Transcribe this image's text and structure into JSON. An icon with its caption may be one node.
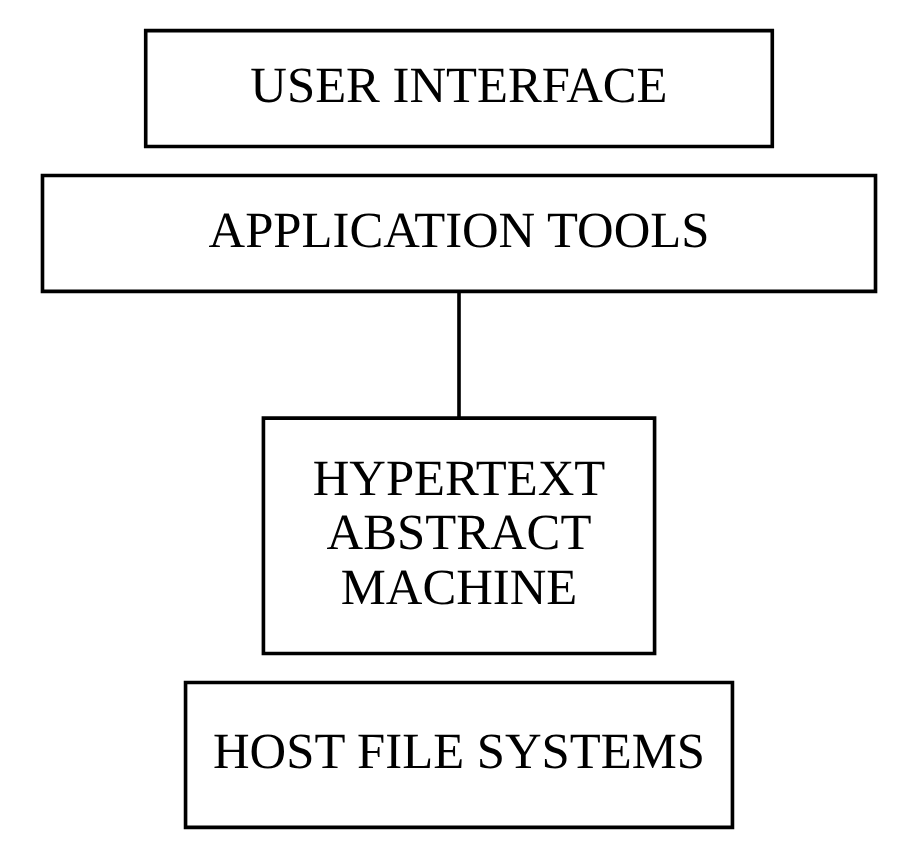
{
  "diagram": {
    "nodes": [
      {
        "text": [
          "USER INTERFACE"
        ]
      },
      {
        "text": [
          "APPLICATION TOOLS"
        ]
      },
      {
        "text": [
          "HYPERTEXT ABSTRACT MACHINE"
        ]
      },
      {
        "text": [
          "HOST FILE SYSTEMS"
        ]
      }
    ],
    "edges": [
      {
        "from": 1,
        "to": 2,
        "arrow": "none"
      }
    ]
  }
}
